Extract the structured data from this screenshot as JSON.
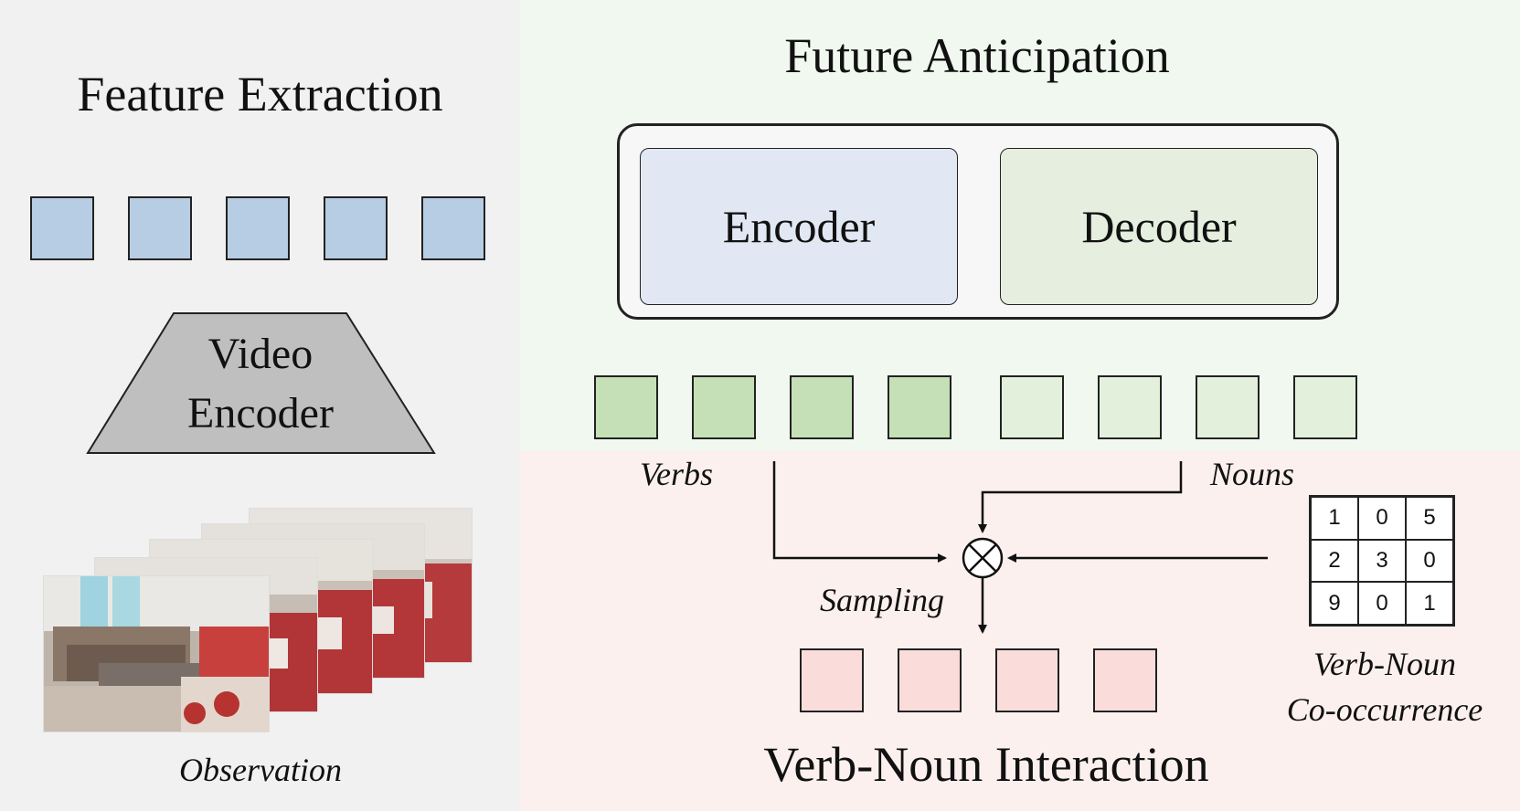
{
  "feature_extraction": {
    "title": "Feature Extraction",
    "video_encoder_line1": "Video",
    "video_encoder_line2": "Encoder",
    "observation_label": "Observation",
    "feature_count": 5,
    "feature_color": "#b7cde3"
  },
  "future_anticipation": {
    "title": "Future Anticipation",
    "encoder_label": "Encoder",
    "decoder_label": "Decoder",
    "verb_token_count": 4,
    "noun_token_count": 4,
    "verb_token_color": "#c5e0b6",
    "noun_token_color": "#e3f1dc",
    "encoder_color": "#e1e8f4",
    "decoder_color": "#e6eedf"
  },
  "interaction": {
    "title": "Verb-Noun Interaction",
    "verbs_label": "Verbs",
    "nouns_label": "Nouns",
    "sampling_label": "Sampling",
    "cooccurrence_label_line1": "Verb-Noun",
    "cooccurrence_label_line2": "Co-occurrence",
    "matrix": [
      [
        "1",
        "0",
        "5"
      ],
      [
        "2",
        "3",
        "0"
      ],
      [
        "9",
        "0",
        "1"
      ]
    ],
    "output_token_count": 4,
    "output_token_color": "#fadcdb"
  },
  "colors": {
    "left_bg": "#f1f1f1",
    "right_top_bg": "#f1f8f0",
    "right_bottom_bg": "#fbf0ee",
    "trapezoid": "#bfbfbf"
  }
}
